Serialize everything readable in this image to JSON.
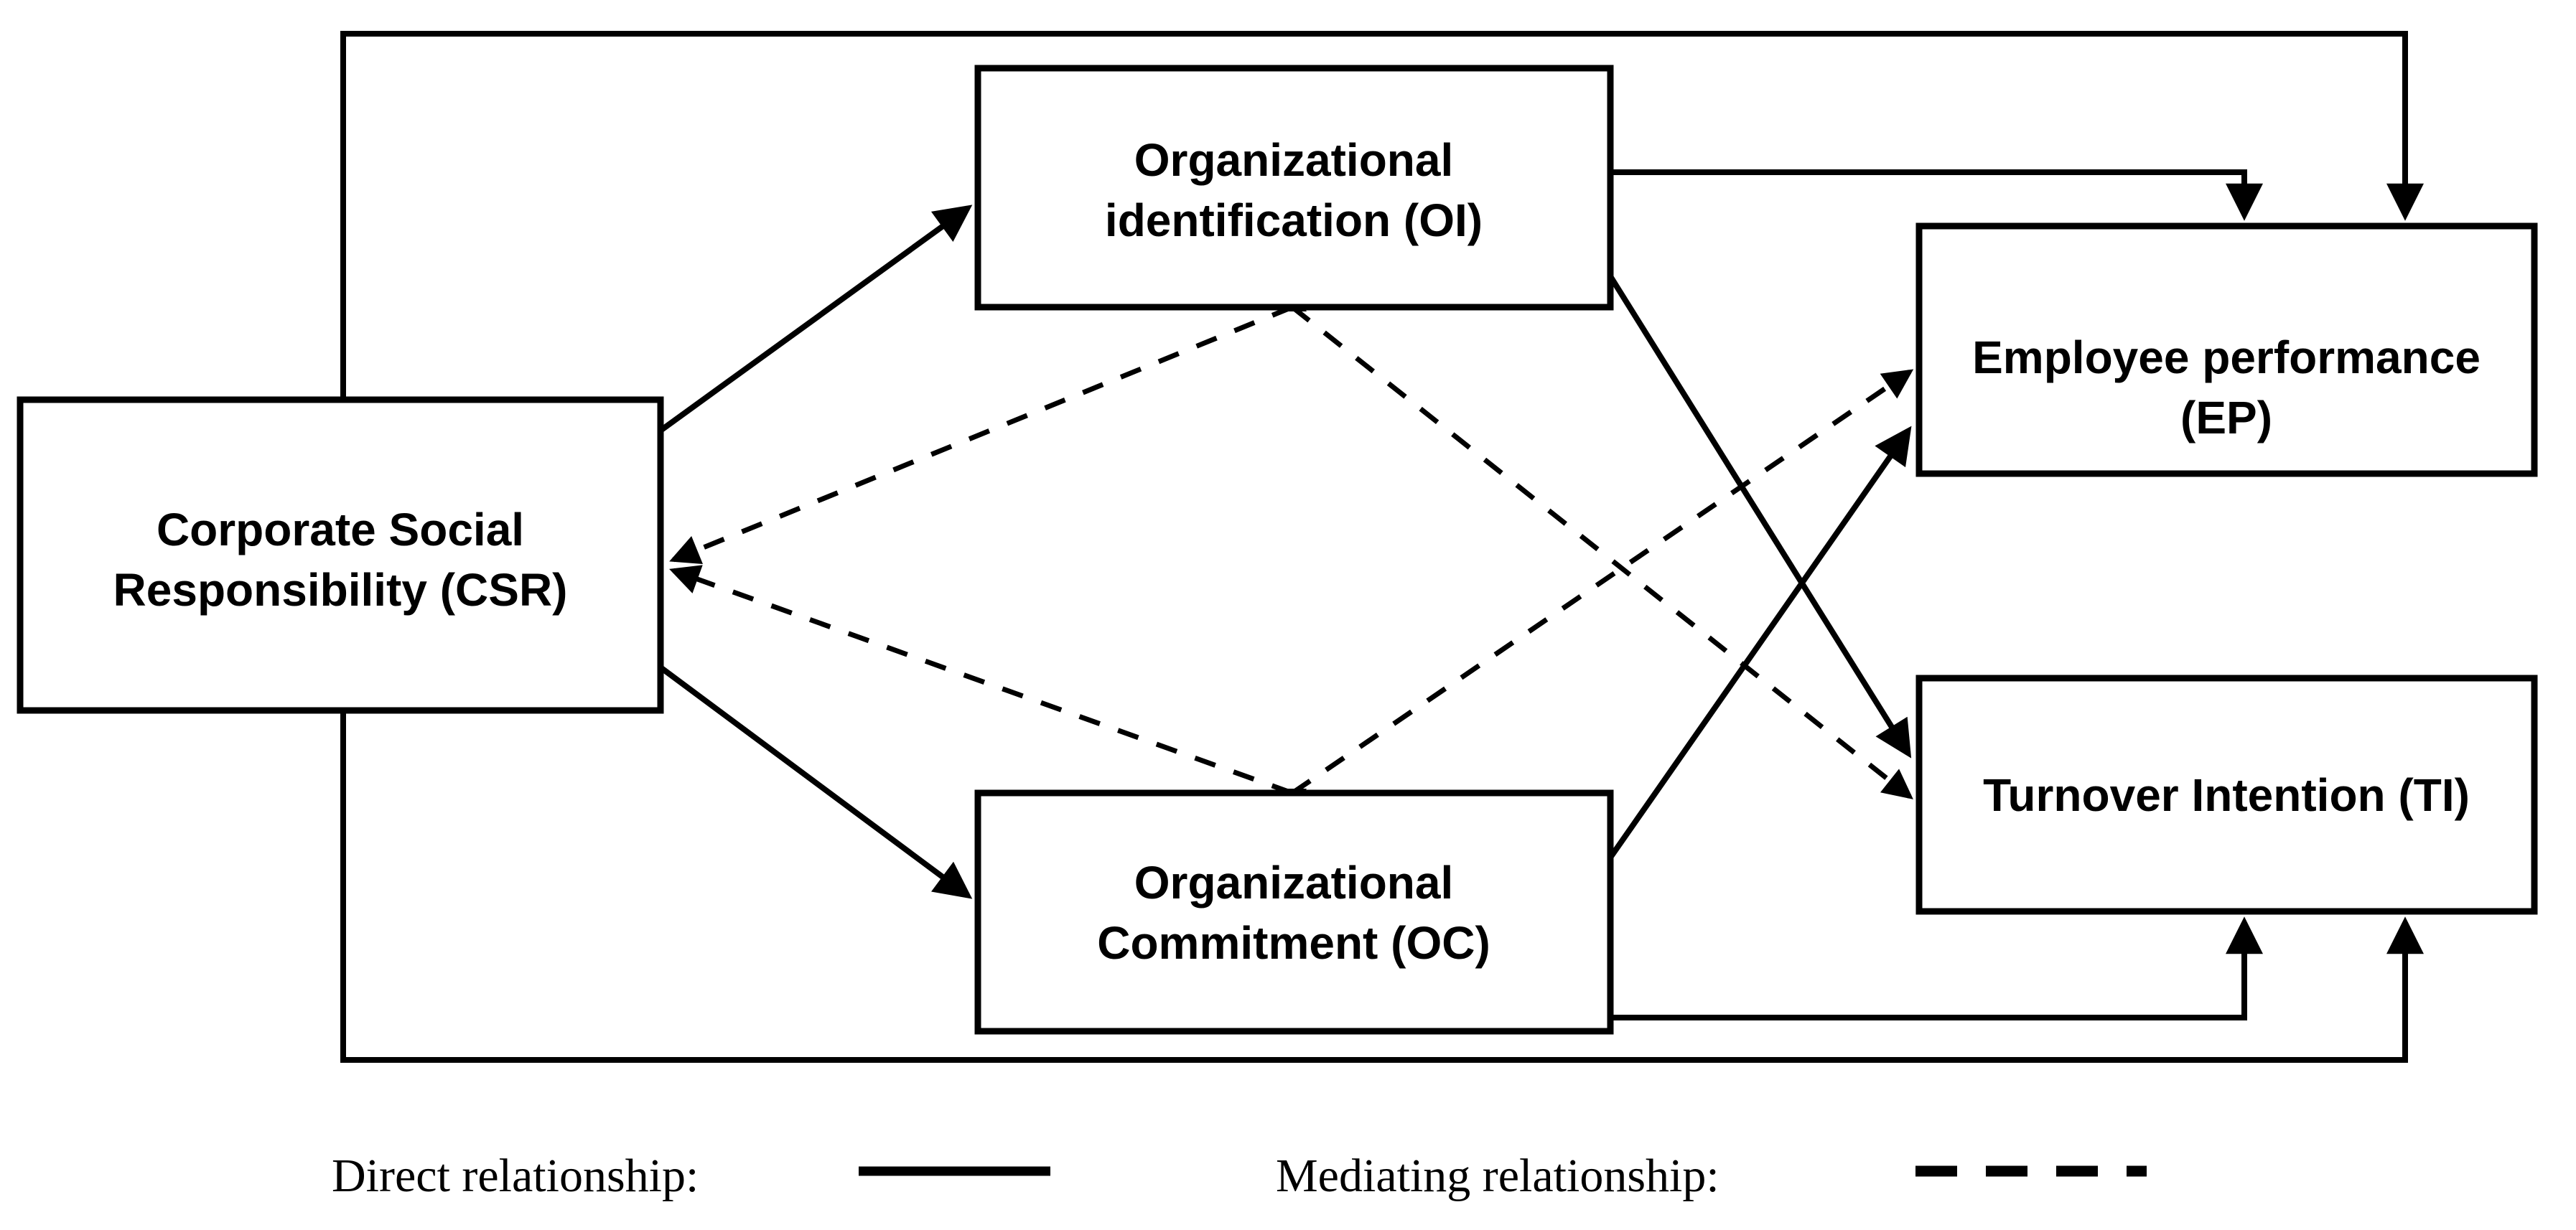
{
  "nodes": {
    "csr": {
      "line1": "Corporate Social",
      "line2": "Responsibility (CSR)"
    },
    "oi": {
      "line1": "Organizational",
      "line2": "identification (OI)"
    },
    "oc": {
      "line1": "Organizational",
      "line2": "Commitment (OC)"
    },
    "ep": {
      "line1": "Employee performance",
      "line2": "(EP)"
    },
    "ti": {
      "line1": "Turnover Intention (TI)"
    }
  },
  "connections": {
    "direct": [
      "CSR to OI",
      "CSR to OC",
      "CSR to EP (outer top route)",
      "CSR to TI (outer bottom route)",
      "OI to EP",
      "OI to TI",
      "OC to EP",
      "OC to TI"
    ],
    "mediating": [
      "CSR via OI to TI",
      "CSR via OC to EP"
    ]
  },
  "legend": {
    "direct_label": "Direct relationship:",
    "mediating_label": "Mediating relationship:"
  },
  "colors": {
    "line": "#000000",
    "background": "#ffffff",
    "text": "#000000"
  }
}
